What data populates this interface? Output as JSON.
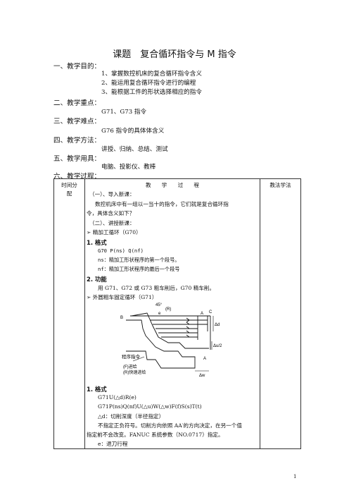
{
  "title": "课题　复合循环指令与 M 指令",
  "sections": [
    {
      "heading": "一、教学目的：",
      "items": [
        "1、掌握数控机床的复合循环指令含义",
        "2、能运用复合循环指令进行的编程",
        "3、能根据工件的形状选择相应的指令"
      ]
    },
    {
      "heading": "二、教学重点：",
      "items": [
        "G71、G73 指令"
      ]
    },
    {
      "heading": "三、教学难点：",
      "items": [
        "G76 指令的具体体含义"
      ]
    },
    {
      "heading": "四、教学方法：",
      "items": [
        "讲授、归纳、总结、测试"
      ]
    },
    {
      "heading": "五、教学用具：",
      "items": [
        "电脑、投影仪、教棒"
      ]
    },
    {
      "heading": "六、教学过程：",
      "items": []
    }
  ],
  "table": {
    "col1_header": "时间分配",
    "col2_header": "教　　学　　过　　程",
    "col3_header": "教法学法",
    "lines": {
      "l1": "（一）、导入新课：",
      "l2": "数控机床中有一组以一当十的指令，它们就是复合循环指",
      "l3": "令，具体含义如下？",
      "l4": "（二）、讲授新课：",
      "b1": "➢ 精加工循环（G70）",
      "f1": "1.  格式",
      "f1a": "G70 P(ns) Q(nf)",
      "f1b": "ns：精加工形状程序的第一个段号。",
      "f1c": "nf：精加工形状程序的最后一个段号",
      "f2": "2.  功能",
      "f2a": "用 G71、G72 或 G73 粗车削后，G70 精车削。",
      "b2": "➢ 外圆粗车固定循环（G71）",
      "g1": "1.  格式",
      "g1a": "G71U(△d)R(e)",
      "g1b": "G71P(ns)Q(nf)U(△u)W(△w)F(f)S(s)T(t)",
      "g1c": "△d：切削深度（半径指定）",
      "g1d": "不指定正负符号。切削方向依照 AA′的方向决定，在另一个值",
      "g1e": "指定前不会改变。FANUC 系统参数（NO.0717）指定。",
      "g1f": "e：退刀行程"
    }
  },
  "diagram": {
    "label_B": "B",
    "label_C": "C",
    "label_A": "A",
    "label_A2": "A",
    "label_angle": "45°",
    "label_R": "(R)",
    "label_e": "e",
    "label_d": "Δd",
    "label_u2": "Δu/2",
    "label_w": "Δw",
    "label_prog": "程序指令",
    "label_F": "(F)进给",
    "label_Rk": "(R)快速进给"
  },
  "page_number": "1"
}
